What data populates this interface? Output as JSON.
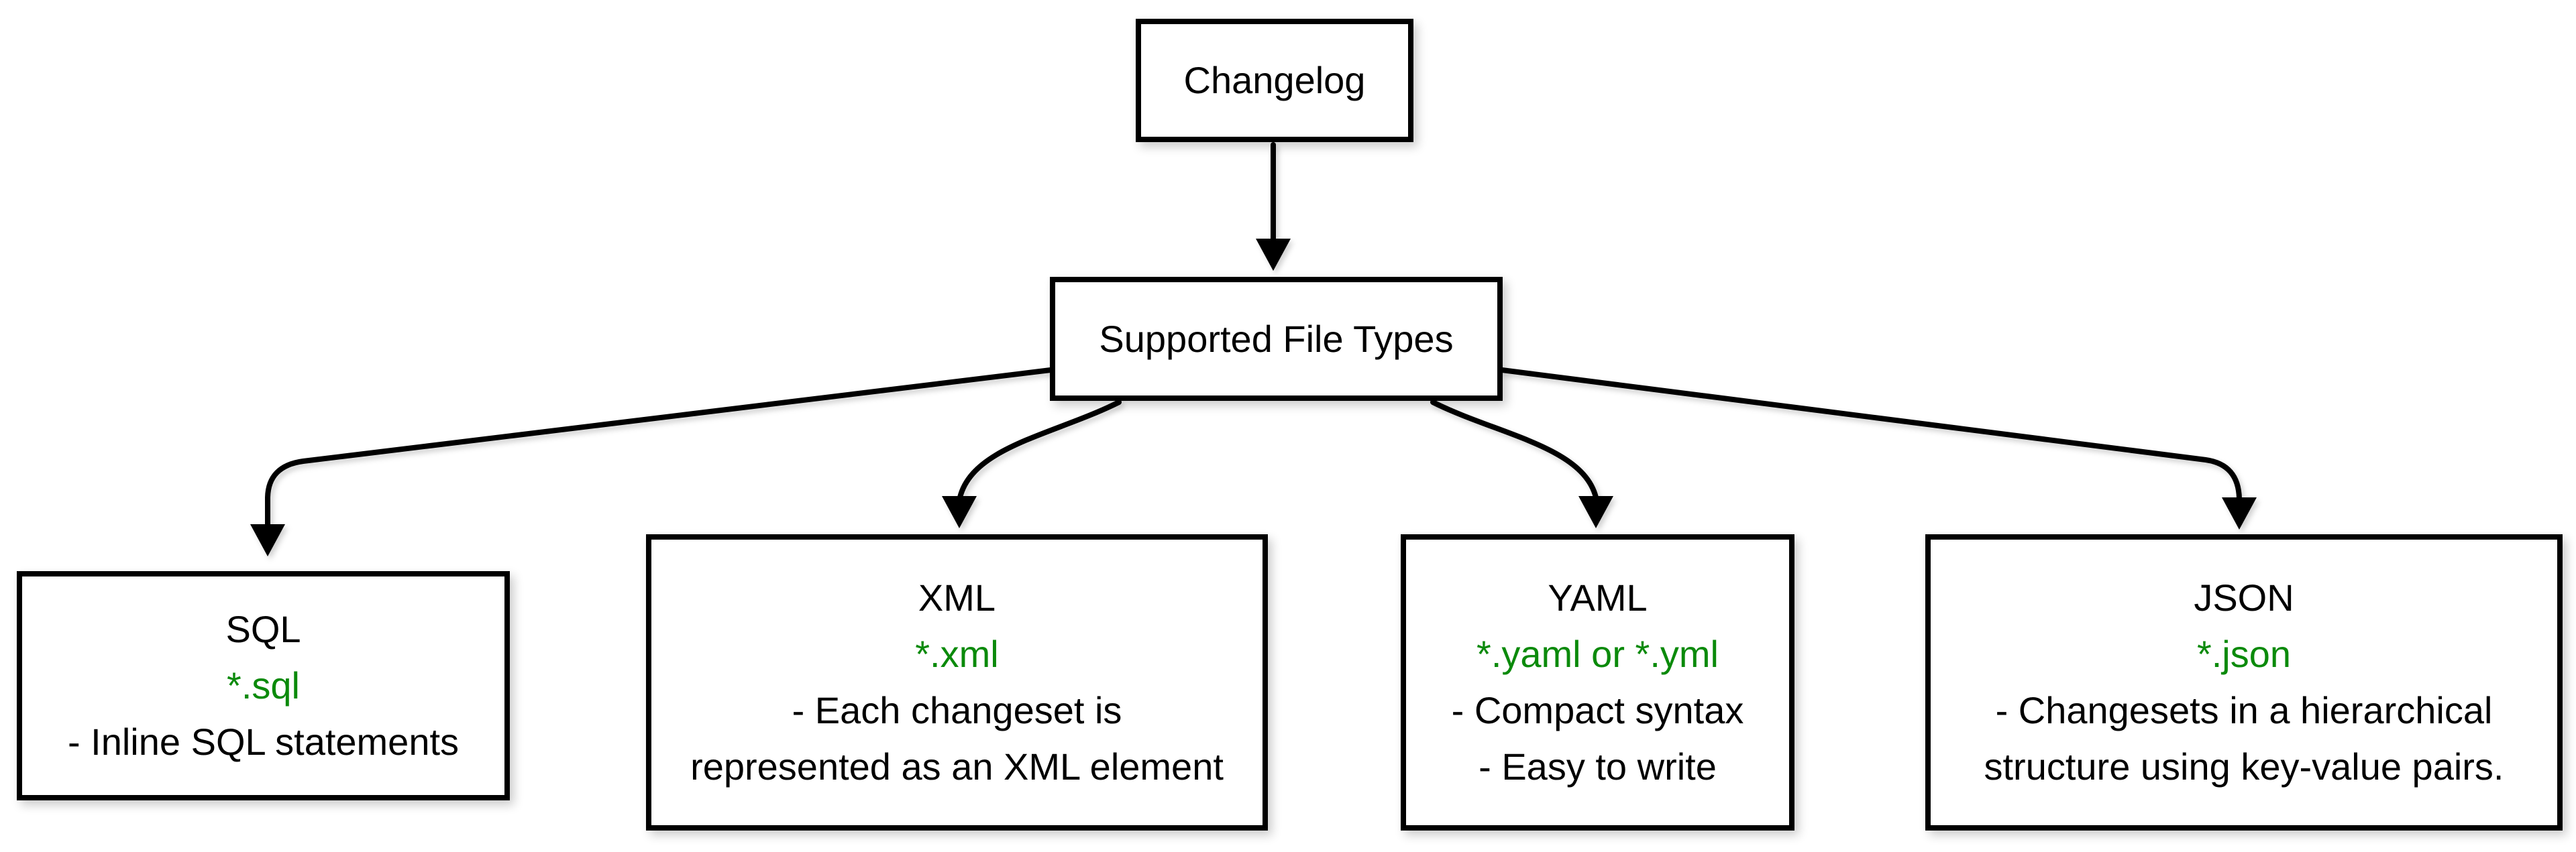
{
  "diagram": {
    "background": "#ffffff",
    "stroke_color": "#000000",
    "text_color": "#000000",
    "file_pattern_color": "#0b8a0b",
    "root": {
      "label": "Changelog"
    },
    "hub": {
      "label": "Supported File Types"
    },
    "file_types": [
      {
        "name": "SQL",
        "pattern": "*.sql",
        "notes": [
          "- Inline SQL statements"
        ]
      },
      {
        "name": "XML",
        "pattern": "*.xml",
        "notes": [
          "- Each changeset is",
          "represented as an XML element"
        ]
      },
      {
        "name": "YAML",
        "pattern": "*.yaml or *.yml",
        "notes": [
          "- Compact syntax",
          "- Easy to write"
        ]
      },
      {
        "name": "JSON",
        "pattern": "*.json",
        "notes": [
          "- Changesets in a hierarchical",
          "structure using key-value pairs."
        ]
      }
    ],
    "edges": [
      {
        "from": "Changelog",
        "to": "Supported File Types"
      },
      {
        "from": "Supported File Types",
        "to": "SQL"
      },
      {
        "from": "Supported File Types",
        "to": "XML"
      },
      {
        "from": "Supported File Types",
        "to": "YAML"
      },
      {
        "from": "Supported File Types",
        "to": "JSON"
      }
    ]
  }
}
